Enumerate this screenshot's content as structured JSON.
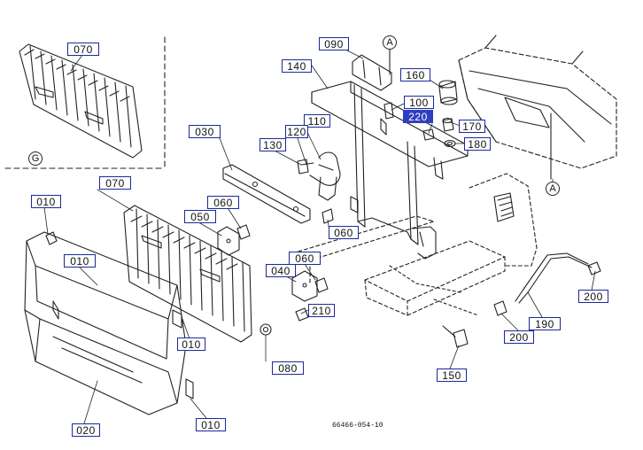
{
  "diagram": {
    "document_number": "66466-054-10",
    "highlight_color": "#2e3fbf",
    "callout_border_color": "#1a2a9a",
    "markers": {
      "A": "A",
      "G": "G"
    },
    "callouts": [
      {
        "label": "070",
        "highlighted": false
      },
      {
        "label": "090",
        "highlighted": false
      },
      {
        "label": "140",
        "highlighted": false
      },
      {
        "label": "160",
        "highlighted": false
      },
      {
        "label": "100",
        "highlighted": false
      },
      {
        "label": "220",
        "highlighted": true
      },
      {
        "label": "170",
        "highlighted": false
      },
      {
        "label": "110",
        "highlighted": false
      },
      {
        "label": "180",
        "highlighted": false
      },
      {
        "label": "030",
        "highlighted": false
      },
      {
        "label": "120",
        "highlighted": false
      },
      {
        "label": "130",
        "highlighted": false
      },
      {
        "label": "070",
        "highlighted": false
      },
      {
        "label": "010",
        "highlighted": false
      },
      {
        "label": "060",
        "highlighted": false
      },
      {
        "label": "050",
        "highlighted": false
      },
      {
        "label": "060",
        "highlighted": false
      },
      {
        "label": "010",
        "highlighted": false
      },
      {
        "label": "060",
        "highlighted": false
      },
      {
        "label": "040",
        "highlighted": false
      },
      {
        "label": "210",
        "highlighted": false
      },
      {
        "label": "010",
        "highlighted": false
      },
      {
        "label": "080",
        "highlighted": false
      },
      {
        "label": "200",
        "highlighted": false
      },
      {
        "label": "190",
        "highlighted": false
      },
      {
        "label": "200",
        "highlighted": false
      },
      {
        "label": "150",
        "highlighted": false
      },
      {
        "label": "020",
        "highlighted": false
      },
      {
        "label": "010",
        "highlighted": false
      }
    ]
  }
}
